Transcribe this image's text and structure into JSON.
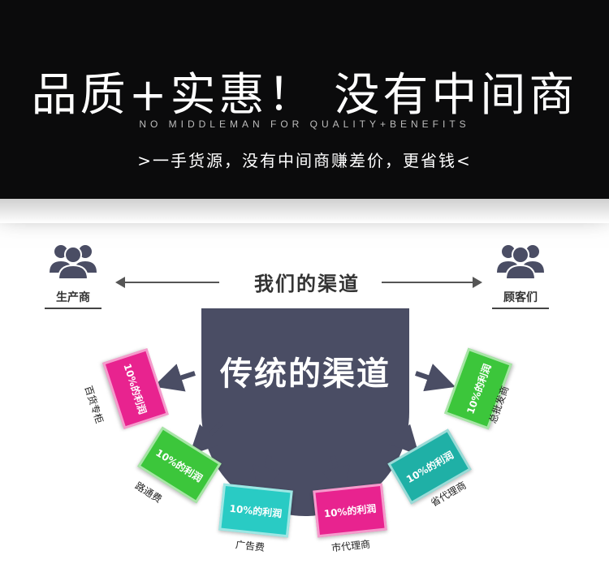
{
  "header": {
    "title": "品质+实惠！ 没有中间商",
    "subtitle": "NO MIDDLEMAN FOR QUALITY+BENEFITS",
    "slogan": ">一手货源，没有中间商赚差价，更省钱<"
  },
  "diagram": {
    "left_end_label": "生产商",
    "right_end_label": "顾客们",
    "center_label": "我们的渠道",
    "hub_label": "传统的渠道",
    "channels": [
      {
        "card_text": "10%的利润",
        "label": "百货专柜",
        "color": "#e8238f"
      },
      {
        "card_text": "10%的利润",
        "label": "路通费",
        "color": "#3cc63b"
      },
      {
        "card_text": "10%的利润",
        "label": "广告费",
        "color": "#29cbc4"
      },
      {
        "card_text": "10%的利润",
        "label": "市代理商",
        "color": "#e8238f"
      },
      {
        "card_text": "10%的利润",
        "label": "省代理商",
        "color": "#1fb0a6"
      },
      {
        "card_text": "10%的利润",
        "label": "总批发商",
        "color": "#3cc63b"
      }
    ],
    "people_icon": "people-group-icon"
  }
}
